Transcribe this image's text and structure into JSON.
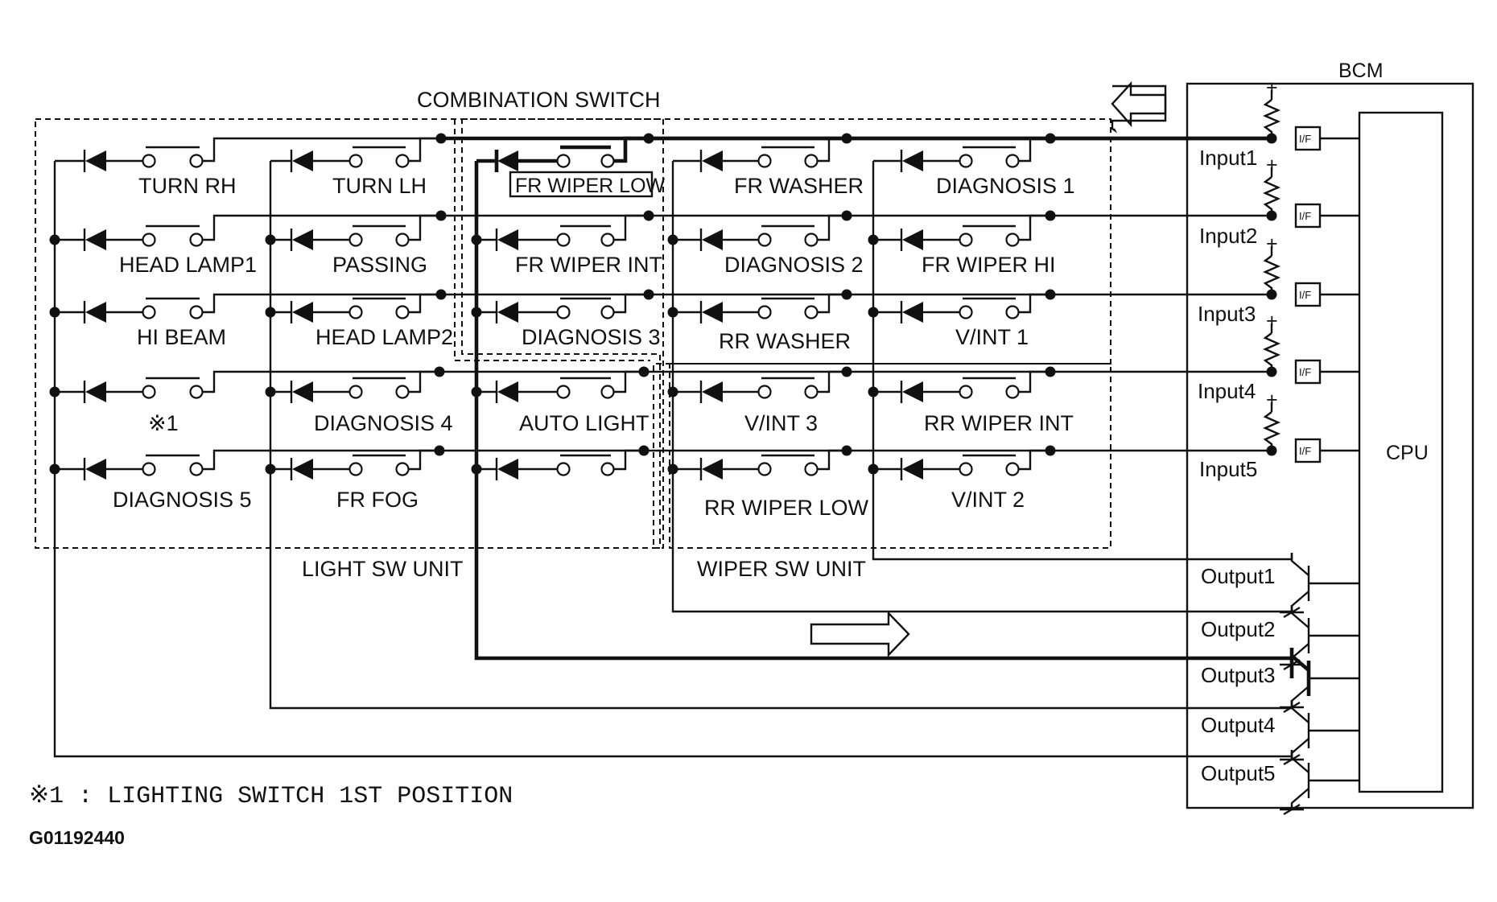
{
  "title": "COMBINATION SWITCH",
  "bcm_label": "BCM",
  "cpu_label": "CPU",
  "if_label": "I/F",
  "unit_labels": {
    "light": "LIGHT SW UNIT",
    "wiper": "WIPER SW UNIT"
  },
  "inputs": [
    "Input1",
    "Input2",
    "Input3",
    "Input4",
    "Input5"
  ],
  "outputs": [
    "Output1",
    "Output2",
    "Output3",
    "Output4",
    "Output5"
  ],
  "switches": {
    "col1": [
      "TURN RH",
      "HEAD LAMP1",
      "HI BEAM",
      "※1",
      "DIAGNOSIS 5"
    ],
    "col2": [
      "TURN LH",
      "PASSING",
      "HEAD LAMP2",
      "DIAGNOSIS 4",
      "FR FOG"
    ],
    "col3": [
      "FR WIPER LOW",
      "FR WIPER INT",
      "DIAGNOSIS 3",
      "AUTO LIGHT",
      ""
    ],
    "col4": [
      "FR WASHER",
      "DIAGNOSIS 2",
      "RR WASHER",
      "V/INT 3",
      "RR WIPER LOW"
    ],
    "col5": [
      "DIAGNOSIS 1",
      "FR WIPER HI",
      "V/INT 1",
      "RR WIPER INT",
      "V/INT 2"
    ]
  },
  "footnote": "※1 : LIGHTING SWITCH 1ST POSITION",
  "figure_code": "G01192440"
}
